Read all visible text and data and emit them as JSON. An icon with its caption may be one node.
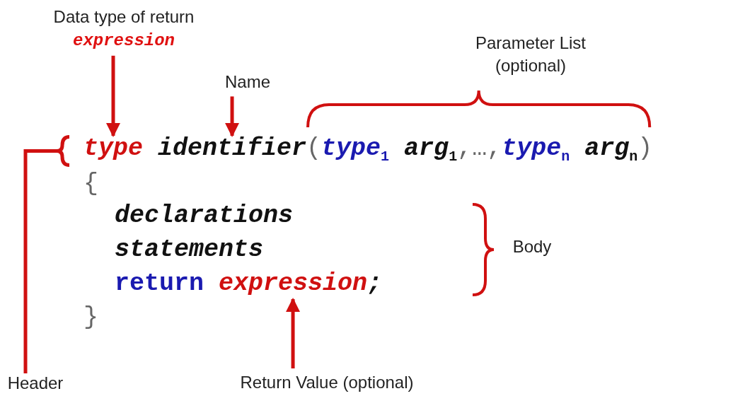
{
  "diagram": {
    "nodes": [
      {
        "text": [
          "Data type of return *expression*"
        ]
      },
      {
        "text": [
          "Name"
        ]
      },
      {
        "text": [
          "type"
        ]
      },
      {
        "text": [
          "identifier"
        ]
      },
      {
        "text": [
          "expression"
        ]
      },
      {
        "text": [
          "Return Value (optional)"
        ]
      },
      {
        "text": [
          "Header"
        ]
      },
      {
        "text": [],
        "shape": "bracket"
      }
    ],
    "edges": [
      {
        "from": 0,
        "to": 2,
        "arrow": "to"
      },
      {
        "from": 1,
        "to": 3,
        "arrow": "to"
      },
      {
        "from": 5,
        "to": 4,
        "arrow": "to"
      },
      {
        "from": 6,
        "to": 7,
        "arrow": "none"
      }
    ],
    "labels": [
      "Parameter List (optional)",
      "(",
      "type$_{1}$",
      "arg$_{1}$",
      ",…,",
      "type$_{n}$",
      "arg$_{n}$",
      ")",
      "{",
      "declarations",
      "statements",
      "return",
      ";",
      "}",
      "Body"
    ]
  }
}
